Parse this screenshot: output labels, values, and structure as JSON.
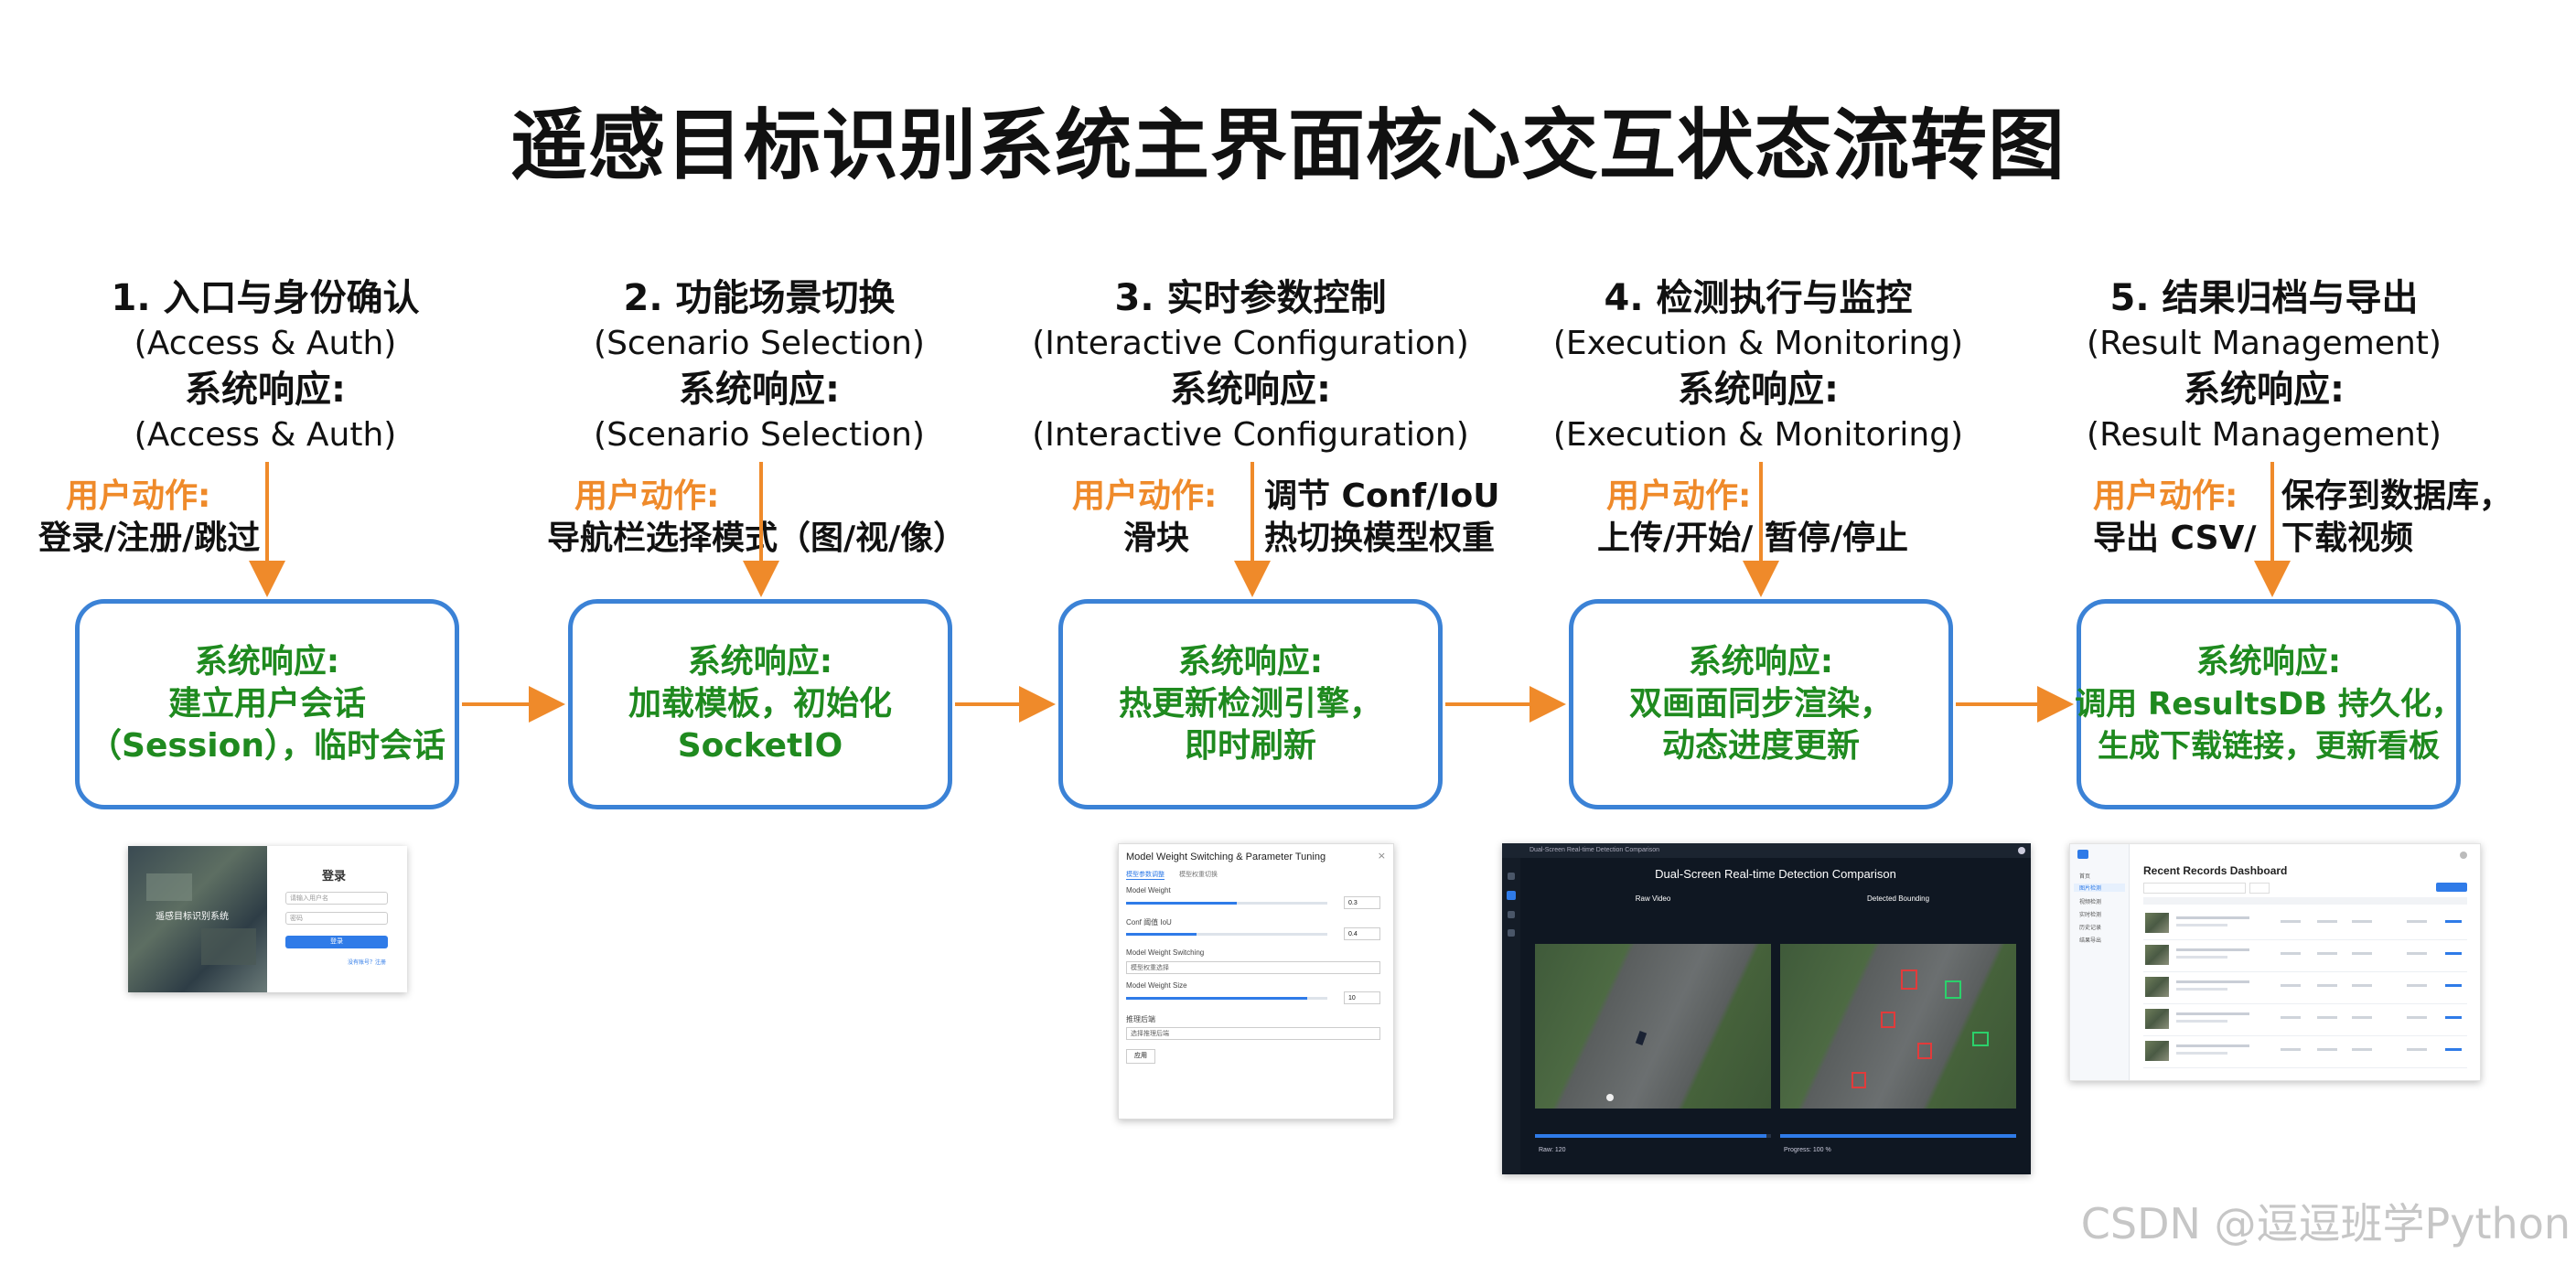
{
  "title": "遥感目标识别系统主界面核心交互状态流转图",
  "stages": [
    {
      "heading": "1. 入口与身份确认",
      "subtitle": "(Access & Auth)",
      "response_label": "系统响应:",
      "response_subtitle": "(Access & Auth)",
      "user_action_label": "用户动作:",
      "user_action": "登录/注册/跳过",
      "box_label": "系统响应:",
      "box_lines": [
        "建立用户会话",
        "（Session），临时会话"
      ]
    },
    {
      "heading": "2. 功能场景切换",
      "subtitle": "(Scenario Selection)",
      "response_label": "系统响应:",
      "response_subtitle": "(Scenario Selection)",
      "user_action_label": "用户动作:",
      "user_action": "导航栏选择模式（图/视/像）",
      "box_label": "系统响应:",
      "box_lines": [
        "加载模板，初始化",
        "SocketIO"
      ]
    },
    {
      "heading": "3. 实时参数控制",
      "subtitle": "(Interactive Configuration)",
      "response_label": "系统响应:",
      "response_subtitle": "(Interactive Configuration)",
      "user_action_label": "用户动作:",
      "user_action": "滑块",
      "user_action_right": [
        "调节 Conf/IoU",
        "热切换模型权重"
      ],
      "box_label": "系统响应:",
      "box_lines": [
        "热更新检测引擎，",
        "即时刷新"
      ]
    },
    {
      "heading": "4. 检测执行与监控",
      "subtitle": "(Execution & Monitoring)",
      "response_label": "系统响应:",
      "response_subtitle": "(Execution & Monitoring)",
      "user_action_label": "用户动作:",
      "user_action": "上传/开始/ 暂停/停止",
      "box_label": "系统响应:",
      "box_lines": [
        "双画面同步渲染，",
        "动态进度更新"
      ]
    },
    {
      "heading": "5. 结果归档与导出",
      "subtitle": "(Result Management)",
      "response_label": "系统响应:",
      "response_subtitle": "(Result Management)",
      "user_action_label": "用户动作:",
      "user_action": "导出 CSV/",
      "user_action_right": [
        "保存到数据库，",
        "下载视频"
      ],
      "box_label": "系统响应:",
      "box_lines": [
        "调用 ResultsDB 持久化，",
        "生成下载链接，更新看板"
      ]
    }
  ],
  "thumbs": {
    "login": {
      "title": "登录",
      "overlay_text": "遥感目标识别系统",
      "field1": "请输入用户名",
      "field2": "密码",
      "button": "登录",
      "link": "没有账号？注册"
    },
    "config": {
      "title": "Model Weight Switching & Parameter Tuning",
      "tab1": "模型参数调整",
      "tab2": "模型权重切换",
      "label1": "Model Weight",
      "value1": "0.3",
      "label2": "Conf 阈值 IoU",
      "value2": "0.4",
      "label3": "Model Weight Switching",
      "select1": "模型权重选择",
      "label4": "Model Weight Size",
      "value4": "10",
      "label5": "推理后端",
      "select2": "选择推理后端",
      "button": "应用",
      "slider1_level": 0.55,
      "slider2_level": 0.35,
      "slider4_level": 0.9
    },
    "monitor": {
      "bar_title": "Dual-Screen Real-time Detection Comparison",
      "heading": "Dual-Screen Real-time Detection Comparison",
      "left_label": "Raw Video",
      "right_label": "Detected Bounding",
      "left_progress_text": "Raw: 120",
      "right_progress_text": "Progress: 100 %",
      "left_progress": 0.98,
      "right_progress": 1.0
    },
    "records": {
      "heading": "Recent Records Dashboard",
      "side_items": [
        "首页",
        "图片检测",
        "视频检测",
        "实时检测",
        "历史记录",
        "结果导出"
      ],
      "rows": 5
    }
  },
  "watermark": "CSDN @逗逗班学Python",
  "colors": {
    "orange": "#ef8a2a",
    "blue": "#3b82d6",
    "green": "#1f8a1f"
  }
}
